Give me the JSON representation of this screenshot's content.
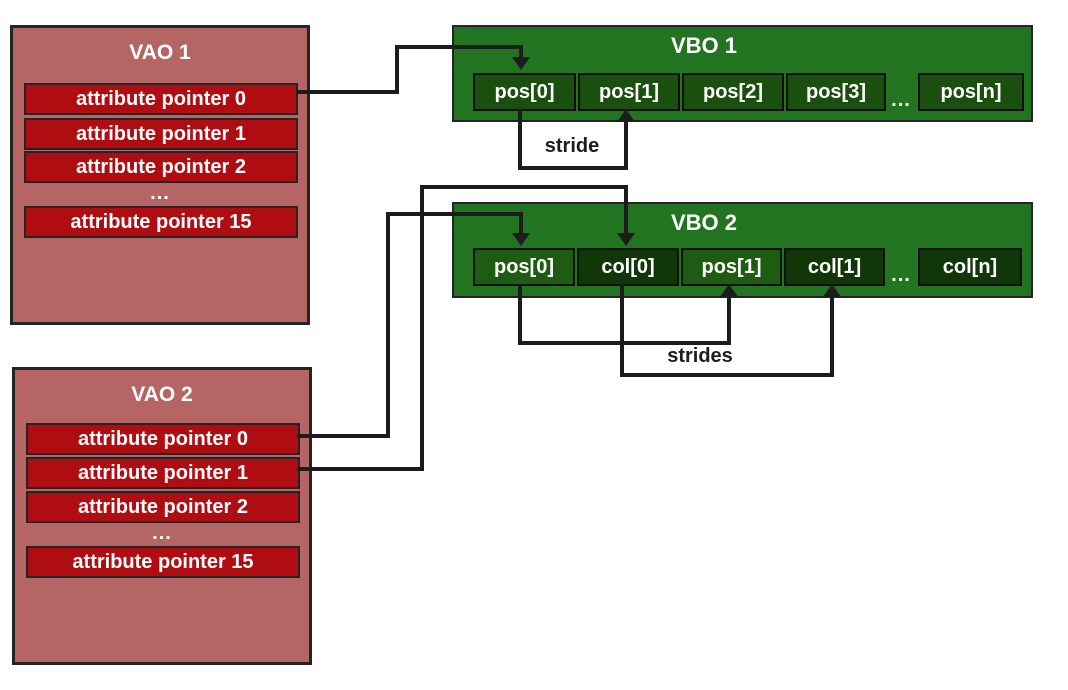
{
  "colors": {
    "canvas-bg": "#ffffff",
    "vao-box-fill": "#b66565",
    "vao-row-fill": "#b00d12",
    "vbo-box-fill": "#227421",
    "vbo-cell-fill": "#1a4f10",
    "vbo-pos-cell-fill": "#1d5c12",
    "vbo-col-cell-fill": "#113708",
    "box-border": "#242424",
    "line-color": "#1c1c1c",
    "text-light": "#ffffff",
    "text-dark": "#1d1d1d"
  },
  "vao1": {
    "title": "VAO 1",
    "rows": [
      "attribute pointer 0",
      "attribute pointer 1",
      "attribute pointer 2",
      "attribute pointer 15"
    ],
    "ellipsis": "..."
  },
  "vao2": {
    "title": "VAO 2",
    "rows": [
      "attribute pointer 0",
      "attribute pointer 1",
      "attribute pointer 2",
      "attribute pointer 15"
    ],
    "ellipsis": "..."
  },
  "vbo1": {
    "title": "VBO 1",
    "cells": [
      "pos[0]",
      "pos[1]",
      "pos[2]",
      "pos[3]",
      "pos[n]"
    ],
    "ellipsis": "..."
  },
  "vbo2": {
    "title": "VBO 2",
    "cells": [
      "pos[0]",
      "col[0]",
      "pos[1]",
      "col[1]",
      "col[n]"
    ],
    "ellipsis": "..."
  },
  "labels": {
    "stride": "stride",
    "strides": "strides"
  }
}
